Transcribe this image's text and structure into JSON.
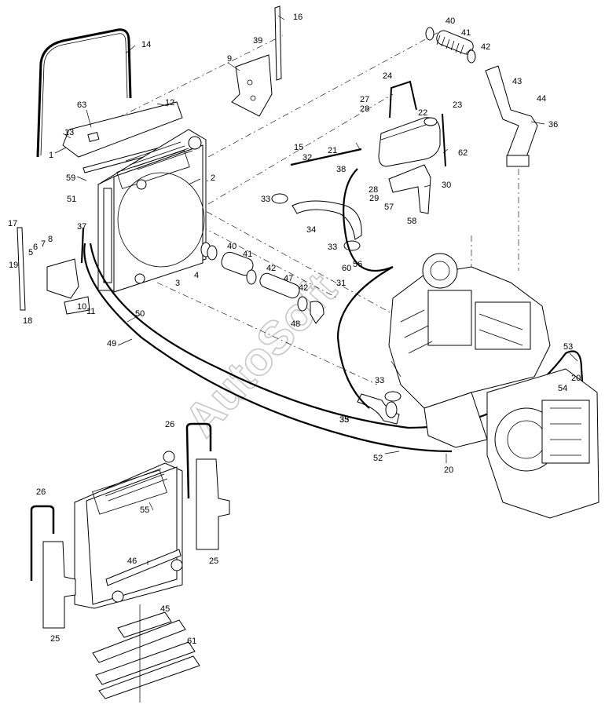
{
  "watermark": "AutoSoft",
  "callouts": [
    "1",
    "2",
    "3",
    "4",
    "5",
    "6",
    "7",
    "8",
    "9",
    "10",
    "11",
    "12",
    "13",
    "14",
    "15",
    "16",
    "17",
    "18",
    "19",
    "20",
    "20",
    "21",
    "22",
    "23",
    "24",
    "25",
    "25",
    "26",
    "26",
    "27",
    "28",
    "28",
    "29",
    "30",
    "31",
    "32",
    "33",
    "33",
    "33",
    "33",
    "34",
    "35",
    "36",
    "37",
    "38",
    "39",
    "40",
    "40",
    "41",
    "41",
    "42",
    "42",
    "42",
    "43",
    "44",
    "45",
    "46",
    "47",
    "48",
    "49",
    "50",
    "51",
    "52",
    "53",
    "54",
    "55",
    "56",
    "57",
    "58",
    "59",
    "60",
    "61",
    "62",
    "63"
  ]
}
